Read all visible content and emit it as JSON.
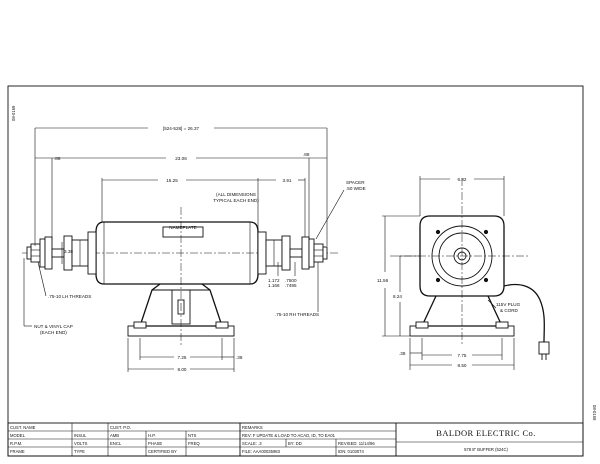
{
  "margin_code": "08-0169",
  "dimensions": {
    "overall": "[524-528] = 26.37",
    "left_offset": ".88",
    "right_offset": ".88",
    "shaft_span": "23.06",
    "center_to_left": "15.25",
    "right_inner": "3.91",
    "spindle_dia": "3.38",
    "shaft_dia_a": "1.172",
    "shaft_dia_b": "1.166",
    "shaft_dia_c": ".7500",
    "shaft_dia_d": ".7495",
    "base_width": "7.25",
    "base_offset": ".38",
    "base_overall": "8.00",
    "side_width": "6.82",
    "side_height": "11.56",
    "side_center_height": "8.24",
    "side_base_offset": ".38",
    "side_base_inner": "7.75",
    "side_base_overall": "8.50"
  },
  "notes": {
    "all_dims_1": "(ALL DIMENSIONS",
    "all_dims_2": "TYPICAL EACH END)",
    "spacer_1": "SPACER",
    "spacer_2": ".50 WIDE",
    "nameplate": "NAMEPLATE",
    "lh_threads": ".75-10 LH THREADS",
    "rh_threads": ".75-10 RH THREADS",
    "nut_cap_1": "NUT & VINYL CAP",
    "nut_cap_2": "(EACH END)",
    "plug_1": "115V PLUG",
    "plug_2": "& CORD"
  },
  "title_block": {
    "left": [
      [
        "CUST. NAME",
        "",
        "CUST. P.O.",
        "",
        "",
        ""
      ],
      [
        "MODEL",
        "INSUL",
        "AMB",
        "H.P.",
        "",
        "NTS"
      ],
      [
        "R.P.M.",
        "VOLTS",
        "ENCL",
        "PHASE",
        "",
        "FREQ"
      ],
      [
        "FRAME",
        "TYPE",
        "",
        "CERTIFIED BY",
        "",
        ""
      ]
    ],
    "remarks_label": "REMARKS",
    "rev_line": "REV: F  UPDATE & LOAD TO ACAD, ID, TO EA01",
    "scale_label": "SCALE: .3",
    "by_label": "BY: DD",
    "revised_label": "REVISED: 11/14/96",
    "file_label": "FILE: AAA00035983",
    "idn_label": "IDN: 0103074",
    "company": "BALDOR ELECTRIC Co.",
    "drawing_title": "578 8\" BUFFER (524C)"
  }
}
